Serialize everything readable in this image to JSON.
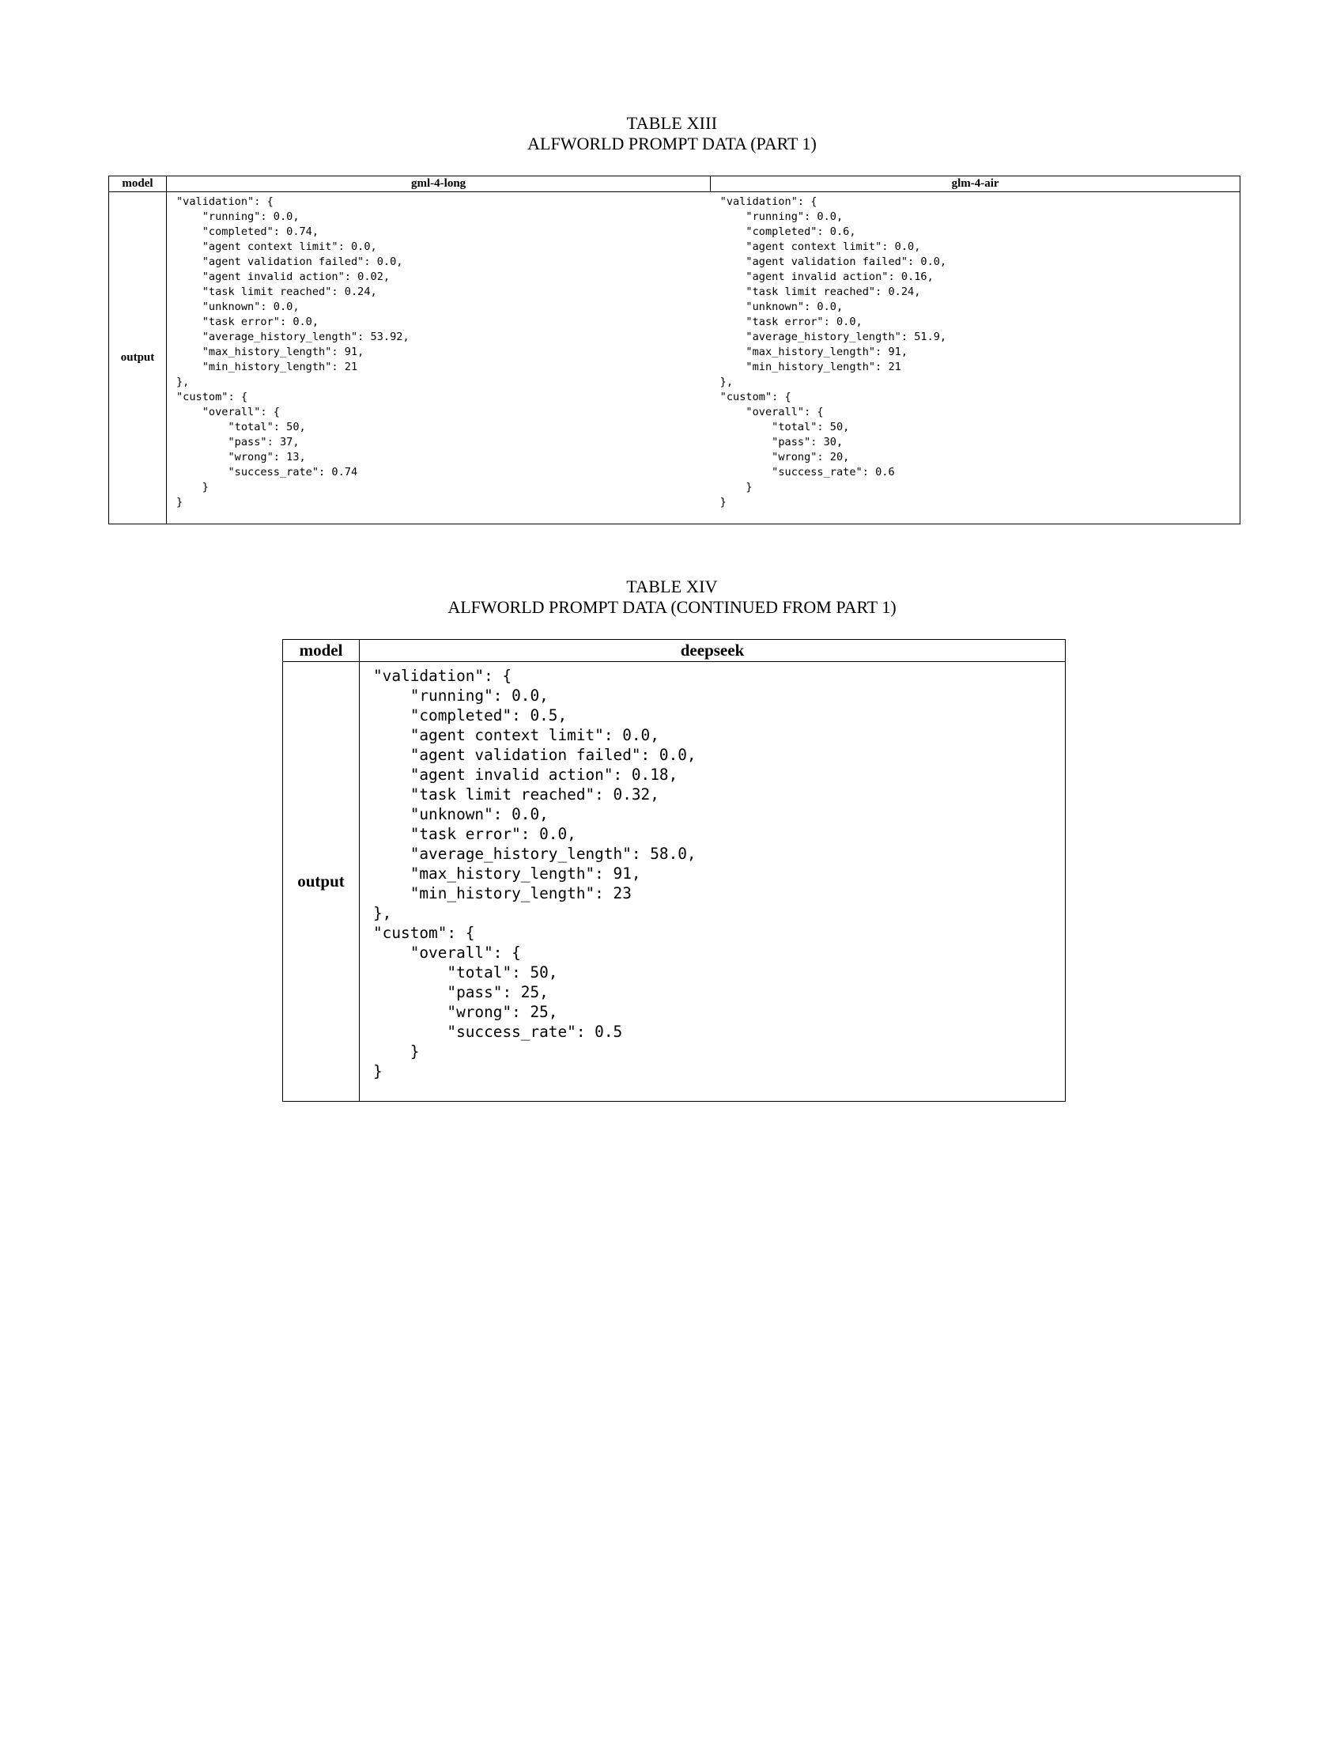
{
  "table13": {
    "label": "TABLE XIII",
    "title": "ALFWORLD PROMPT DATA (PART 1)",
    "header": {
      "row_label": "model",
      "col1": "gml-4-long",
      "col2": "glm-4-air"
    },
    "row_label": "output",
    "col1_output": "\"validation\": {\n    \"running\": 0.0,\n    \"completed\": 0.74,\n    \"agent context limit\": 0.0,\n    \"agent validation failed\": 0.0,\n    \"agent invalid action\": 0.02,\n    \"task limit reached\": 0.24,\n    \"unknown\": 0.0,\n    \"task error\": 0.0,\n    \"average_history_length\": 53.92,\n    \"max_history_length\": 91,\n    \"min_history_length\": 21\n},\n\"custom\": {\n    \"overall\": {\n        \"total\": 50,\n        \"pass\": 37,\n        \"wrong\": 13,\n        \"success_rate\": 0.74\n    }\n}",
    "col2_output": "\"validation\": {\n    \"running\": 0.0,\n    \"completed\": 0.6,\n    \"agent context limit\": 0.0,\n    \"agent validation failed\": 0.0,\n    \"agent invalid action\": 0.16,\n    \"task limit reached\": 0.24,\n    \"unknown\": 0.0,\n    \"task error\": 0.0,\n    \"average_history_length\": 51.9,\n    \"max_history_length\": 91,\n    \"min_history_length\": 21\n},\n\"custom\": {\n    \"overall\": {\n        \"total\": 50,\n        \"pass\": 30,\n        \"wrong\": 20,\n        \"success_rate\": 0.6\n    }\n}"
  },
  "table14": {
    "label": "TABLE XIV",
    "title": "ALFWORLD PROMPT DATA (CONTINUED FROM PART 1)",
    "header": {
      "row_label": "model",
      "col1": "deepseek"
    },
    "row_label": "output",
    "col1_output": "\"validation\": {\n    \"running\": 0.0,\n    \"completed\": 0.5,\n    \"agent context limit\": 0.0,\n    \"agent validation failed\": 0.0,\n    \"agent invalid action\": 0.18,\n    \"task limit reached\": 0.32,\n    \"unknown\": 0.0,\n    \"task error\": 0.0,\n    \"average_history_length\": 58.0,\n    \"max_history_length\": 91,\n    \"min_history_length\": 23\n},\n\"custom\": {\n    \"overall\": {\n        \"total\": 50,\n        \"pass\": 25,\n        \"wrong\": 25,\n        \"success_rate\": 0.5\n    }\n}"
  }
}
